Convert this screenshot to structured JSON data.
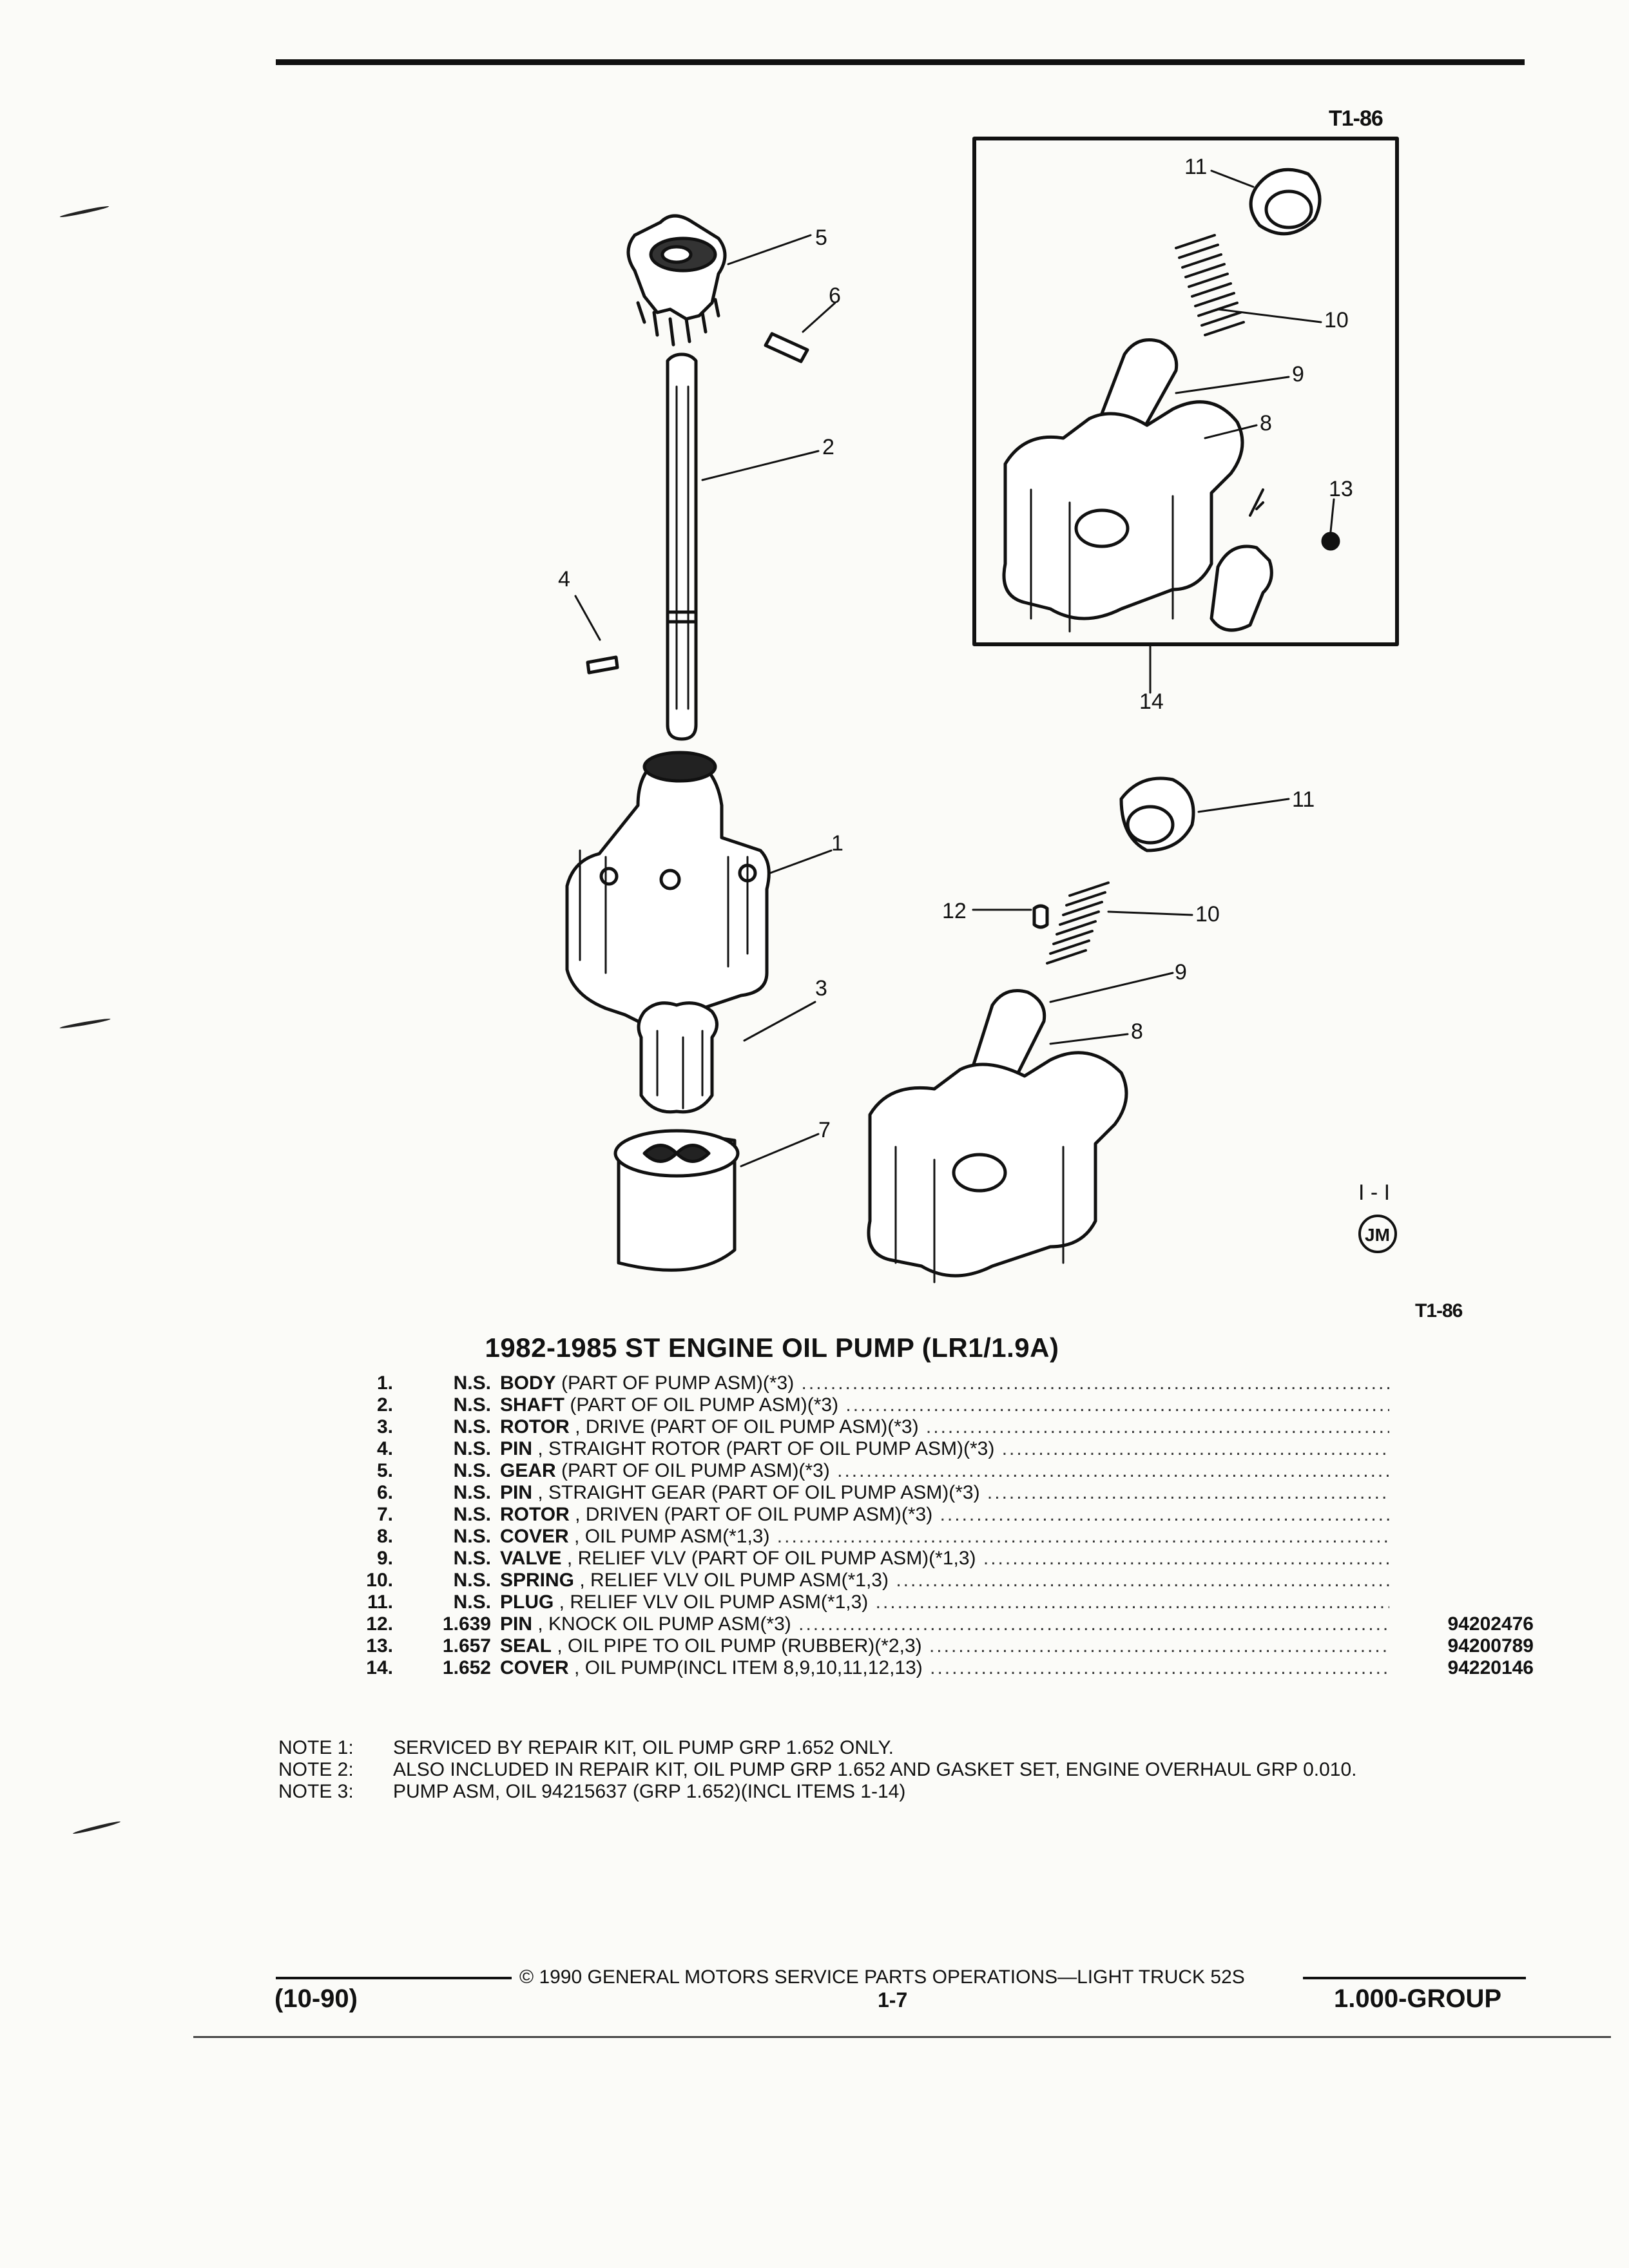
{
  "figure_code": "T1-86",
  "callouts": {
    "c1": "1",
    "c2": "2",
    "c3": "3",
    "c4": "4",
    "c5": "5",
    "c6": "6",
    "c7": "7",
    "c8a": "8",
    "c9a": "9",
    "c10a": "10",
    "c11a": "11",
    "c13": "13",
    "c14": "14",
    "c8b": "8",
    "c9b": "9",
    "c10b": "10",
    "c11b": "11",
    "c12": "12",
    "view": "I - I",
    "logo": "JM"
  },
  "title": "1982-1985 ST ENGINE OIL PUMP (LR1/1.9A)",
  "parts": [
    {
      "num": "1.",
      "grp": "N.S.",
      "name": "BODY",
      "desc": " (PART OF PUMP ASM)(*3)",
      "pn": ""
    },
    {
      "num": "2.",
      "grp": "N.S.",
      "name": "SHAFT",
      "desc": " (PART OF OIL PUMP ASM)(*3)",
      "pn": ""
    },
    {
      "num": "3.",
      "grp": "N.S.",
      "name": "ROTOR",
      "desc": " , DRIVE (PART OF OIL PUMP ASM)(*3)",
      "pn": ""
    },
    {
      "num": "4.",
      "grp": "N.S.",
      "name": "PIN",
      "desc": " , STRAIGHT ROTOR (PART OF OIL PUMP ASM)(*3)",
      "pn": ""
    },
    {
      "num": "5.",
      "grp": "N.S.",
      "name": "GEAR",
      "desc": " (PART OF OIL PUMP ASM)(*3)",
      "pn": ""
    },
    {
      "num": "6.",
      "grp": "N.S.",
      "name": "PIN",
      "desc": " , STRAIGHT GEAR (PART OF OIL PUMP ASM)(*3)",
      "pn": ""
    },
    {
      "num": "7.",
      "grp": "N.S.",
      "name": "ROTOR",
      "desc": " , DRIVEN (PART OF OIL PUMP ASM)(*3)",
      "pn": ""
    },
    {
      "num": "8.",
      "grp": "N.S.",
      "name": "COVER",
      "desc": " , OIL PUMP ASM(*1,3)",
      "pn": ""
    },
    {
      "num": "9.",
      "grp": "N.S.",
      "name": "VALVE",
      "desc": " , RELIEF VLV (PART OF OIL PUMP ASM)(*1,3)",
      "pn": ""
    },
    {
      "num": "10.",
      "grp": "N.S.",
      "name": "SPRING",
      "desc": " , RELIEF VLV OIL PUMP ASM(*1,3)",
      "pn": ""
    },
    {
      "num": "11.",
      "grp": "N.S.",
      "name": "PLUG",
      "desc": " , RELIEF VLV OIL PUMP ASM(*1,3)",
      "pn": ""
    },
    {
      "num": "12.",
      "grp": "1.639",
      "name": "PIN",
      "desc": " , KNOCK OIL PUMP ASM(*3)",
      "pn": "94202476"
    },
    {
      "num": "13.",
      "grp": "1.657",
      "name": "SEAL",
      "desc": " , OIL PIPE TO OIL PUMP (RUBBER)(*2,3)",
      "pn": "94200789"
    },
    {
      "num": "14.",
      "grp": "1.652",
      "name": "COVER",
      "desc": " , OIL PUMP(INCL ITEM 8,9,10,11,12,13)",
      "pn": "94220146"
    }
  ],
  "notes": [
    {
      "label": "NOTE 1:",
      "text": "SERVICED BY REPAIR KIT, OIL PUMP GRP 1.652 ONLY."
    },
    {
      "label": "NOTE 2:",
      "text": "ALSO INCLUDED IN REPAIR KIT, OIL PUMP GRP 1.652 AND GASKET SET, ENGINE OVERHAUL GRP 0.010."
    },
    {
      "label": "NOTE 3:",
      "text": "PUMP ASM, OIL 94215637 (GRP 1.652)(INCL ITEMS 1-14)"
    }
  ],
  "footer": {
    "copyright": "© 1990 GENERAL MOTORS SERVICE PARTS OPERATIONS—LIGHT TRUCK 52S",
    "date": "(10-90)",
    "page": "1-7",
    "group": "1.000-GROUP"
  }
}
